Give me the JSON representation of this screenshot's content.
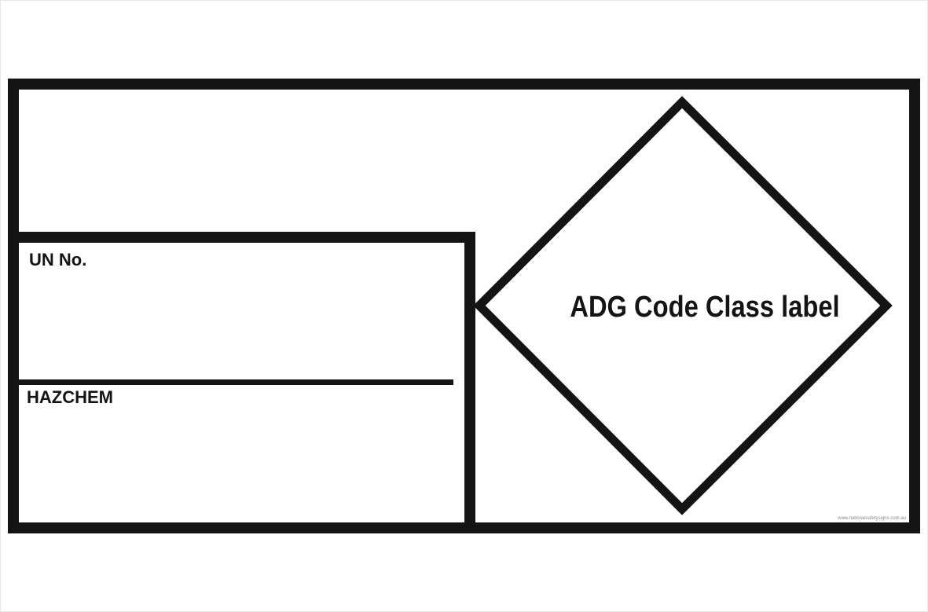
{
  "placard": {
    "un_label": "UN No.",
    "hazchem_label": "HAZCHEM",
    "class_label_text": "ADG Code Class label",
    "footer_url": "www.nationalsafetysigns.com.au"
  },
  "colors": {
    "border": "#141414",
    "background": "#ffffff",
    "footer_text": "#8a8a8a"
  }
}
